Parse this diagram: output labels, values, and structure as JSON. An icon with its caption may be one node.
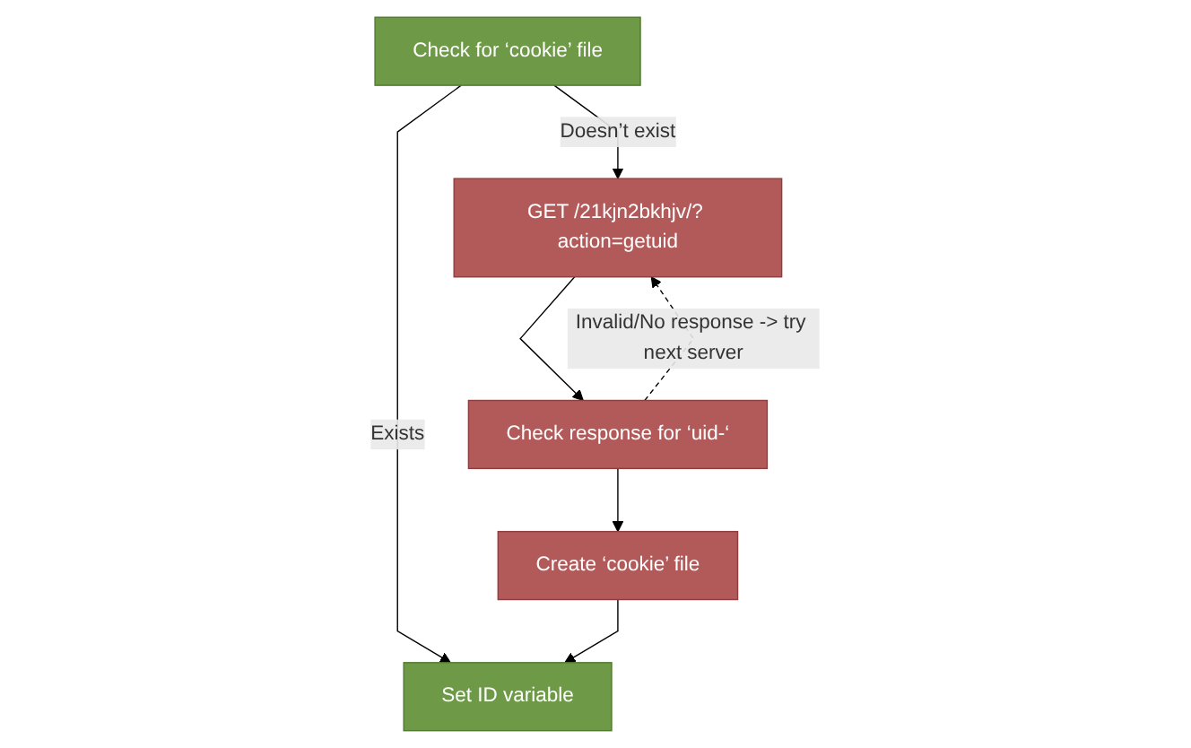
{
  "diagram": {
    "nodes": [
      {
        "text": [
          "Check for ‘cookie’ file"
        ]
      },
      {
        "text": [
          "GET /21kjn2bkhjv/? action=getuid"
        ]
      },
      {
        "text": [
          "Check response for ‘uid-‘"
        ]
      },
      {
        "text": [
          "Set ID variable"
        ]
      },
      {
        "text": [
          "Create ‘cookie’ file"
        ]
      }
    ],
    "edges": [
      {
        "from": 0,
        "to": 1,
        "arrow": "to",
        "label": "Doesn’t exist"
      },
      {
        "from": 1,
        "to": 2,
        "arrow": "to"
      },
      {
        "from": 2,
        "to": 1,
        "arrow": "to",
        "style": "dashed",
        "label": "Invalid/No response -> try next server"
      },
      {
        "from": 0,
        "to": 3,
        "arrow": "to",
        "label": "Exists"
      },
      {
        "from": 2,
        "to": 4,
        "arrow": "to"
      },
      {
        "from": 4,
        "to": 3,
        "arrow": "to"
      }
    ]
  }
}
